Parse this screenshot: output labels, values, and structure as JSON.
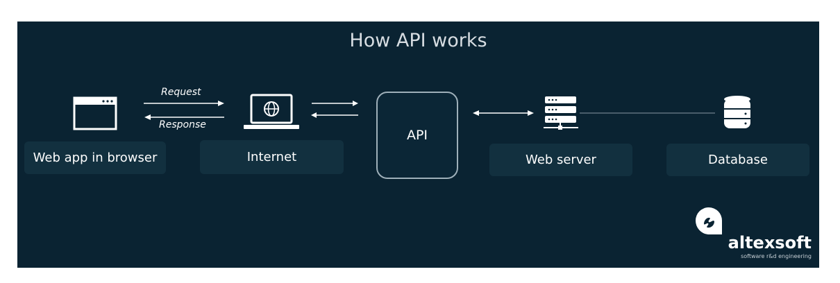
{
  "title": "How API works",
  "nodes": {
    "browser": "Web app in browser",
    "internet": "Internet",
    "api": "API",
    "web_server": "Web server",
    "database": "Database"
  },
  "arrows": {
    "request": "Request",
    "response": "Response"
  },
  "logo": {
    "name": "altexsoft",
    "tagline": "software r&d engineering"
  },
  "colors": {
    "background": "#0a2332",
    "box": "#12303f",
    "text": "#ffffff"
  }
}
